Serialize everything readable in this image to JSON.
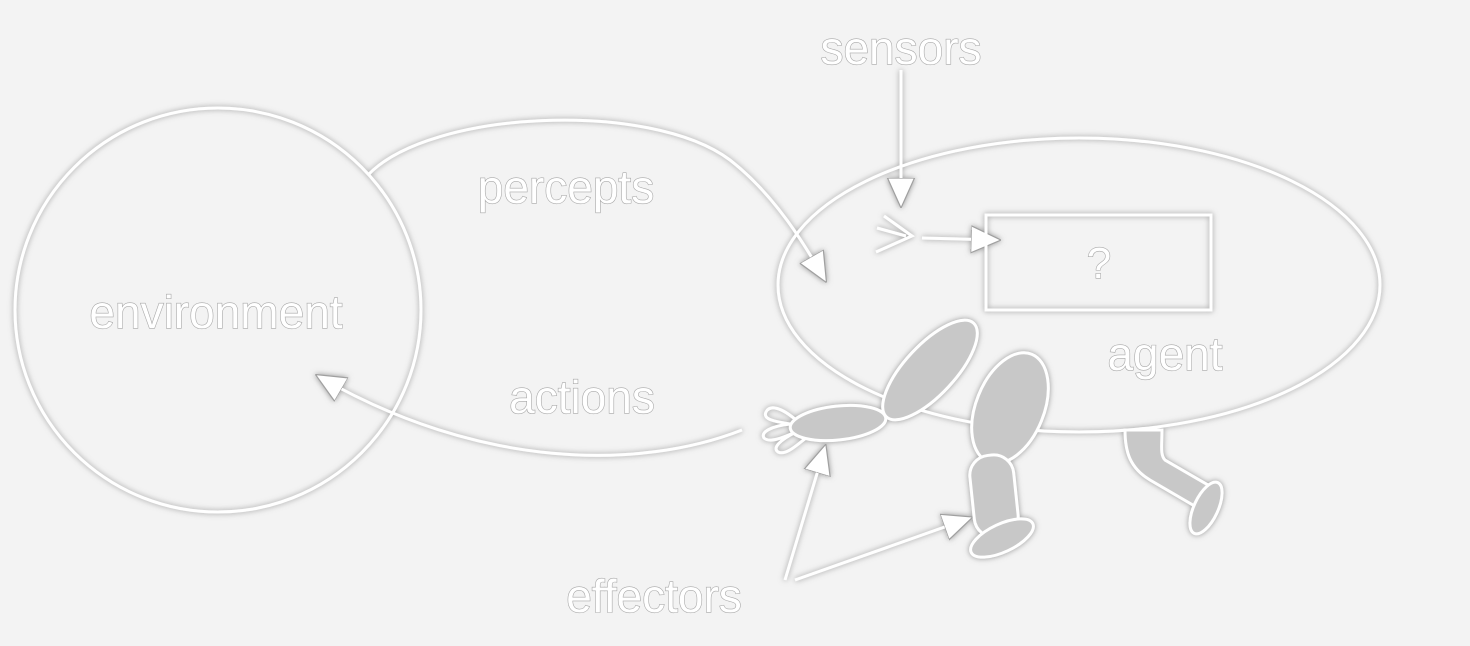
{
  "labels": {
    "environment": "environment",
    "agent": "agent",
    "percepts": "percepts",
    "actions": "actions",
    "sensors": "sensors",
    "effectors": "effectors",
    "unknown": "?"
  },
  "colors": {
    "background": "#f3f3f3",
    "line": "#ffffff",
    "shadow": "#9a9a9a",
    "limb_fill": "#c8c8c8"
  }
}
